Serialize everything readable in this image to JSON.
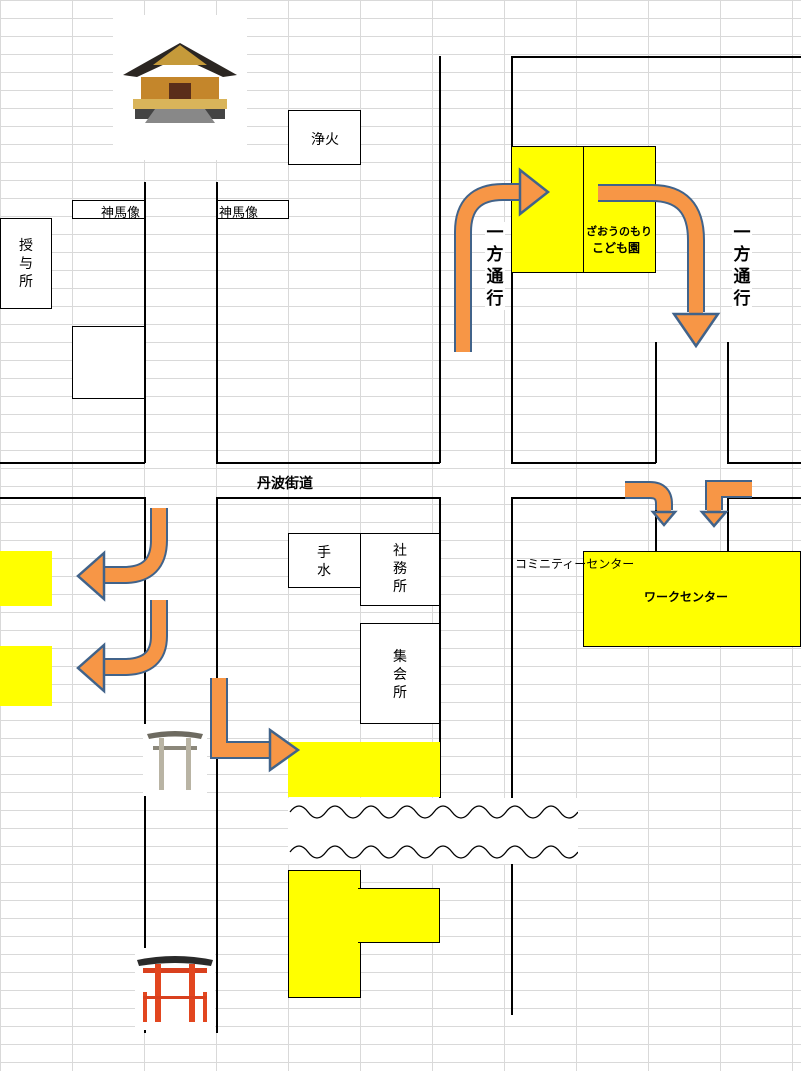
{
  "labels": {
    "purification_fire": "浄火",
    "horse_statue_left": "神馬像",
    "horse_statue_right": "神馬像",
    "amulet_office": "授与所",
    "kaido": "丹波街道",
    "kindergarten_line1": "ざおうのもり",
    "kindergarten_line2": "こども園",
    "one_way_left": "一方通行",
    "one_way_right": "一方通行",
    "purification_water": "手水",
    "shrine_office": "社務所",
    "assembly_hall": "集会所",
    "community_center": "コミニティーセンター",
    "work_center": "ワークセンター"
  },
  "colors": {
    "highlight": "#FFFF00",
    "arrow_fill": "#F79646",
    "arrow_stroke": "#41638A"
  }
}
